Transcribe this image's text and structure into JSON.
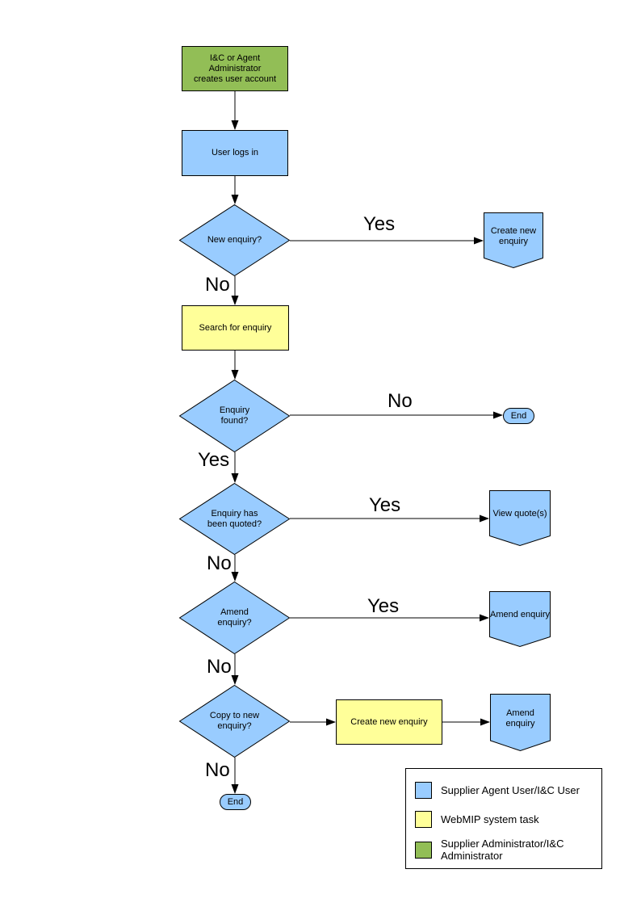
{
  "colors": {
    "user_task": "#99CCFF",
    "system_task": "#FFFF99",
    "admin_task": "#92BE56",
    "line": "#000000"
  },
  "nodes": {
    "admin_creates_account": "I&C or Agent Administrator\ncreates user account",
    "user_logs_in": "User logs in",
    "new_enquiry": "New enquiry?",
    "create_new_enquiry_offpage": "Create new\nenquiry",
    "search_for_enquiry": "Search for enquiry",
    "enquiry_found": "Enquiry\nfound?",
    "end_1": "End",
    "enquiry_quoted": "Enquiry has\nbeen quoted?",
    "view_quotes": "View quote(s)",
    "amend_enquiry_q": "Amend\nenquiry?",
    "amend_enquiry_offpage_1": "Amend enquiry",
    "copy_to_new_enquiry": "Copy to new\nenquiry?",
    "create_new_enquiry_task": "Create new enquiry",
    "amend_enquiry_offpage_2": "Amend enquiry",
    "end_2": "End"
  },
  "edge_labels": {
    "new_enquiry_yes": "Yes",
    "new_enquiry_no": "No",
    "enquiry_found_no": "No",
    "enquiry_found_yes": "Yes",
    "quoted_yes": "Yes",
    "quoted_no": "No",
    "amend_yes": "Yes",
    "amend_no": "No",
    "copy_no": "No"
  },
  "legend": {
    "items": [
      {
        "label": "Supplier Agent User/I&C User",
        "color": "#99CCFF"
      },
      {
        "label": "WebMIP system task",
        "color": "#FFFF99"
      },
      {
        "label": "Supplier Administrator/I&C\nAdministrator",
        "color": "#92BE56"
      }
    ]
  }
}
